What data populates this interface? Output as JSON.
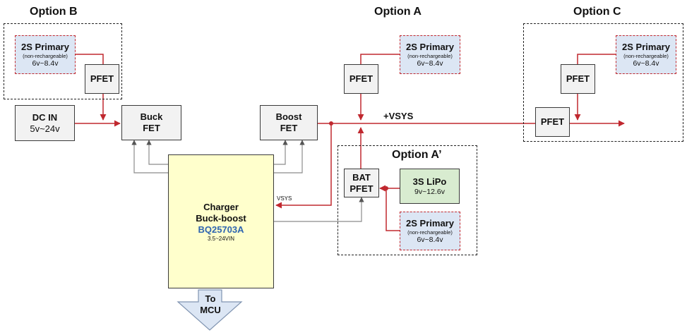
{
  "options": {
    "b": "Option B",
    "a": "Option A",
    "c": "Option C",
    "a_prime": "Option A’"
  },
  "primary": {
    "title": "2S Primary",
    "sub": "(non-rechargeable)",
    "range": "6v~8.4v"
  },
  "pfet": "PFET",
  "dc_in": {
    "title": "DC IN",
    "range": "5v~24v"
  },
  "buck": {
    "l1": "Buck",
    "l2": "FET"
  },
  "boost": {
    "l1": "Boost",
    "l2": "FET"
  },
  "vsys_bus": "+VSYS",
  "vsys_label": "VSYS",
  "bat_pfet": {
    "l1": "BAT",
    "l2": "PFET"
  },
  "lipo": {
    "title": "3S LiPo",
    "range": "9v~12.6v"
  },
  "charger": {
    "l1": "Charger",
    "l2": "Buck-boost",
    "part": "BQ25703A",
    "vin": "3.5~24VIN"
  },
  "mcu": {
    "l1": "To",
    "l2": "MCU"
  },
  "colors": {
    "power_line": "#c0282f",
    "control_line": "#8c8c8c",
    "primary_fill": "#dce6f4",
    "lipo_fill": "#d8ecd0",
    "charger_fill": "#ffffcc",
    "part_text": "#2e64b0",
    "arrow_fill": "#dce6f4"
  }
}
